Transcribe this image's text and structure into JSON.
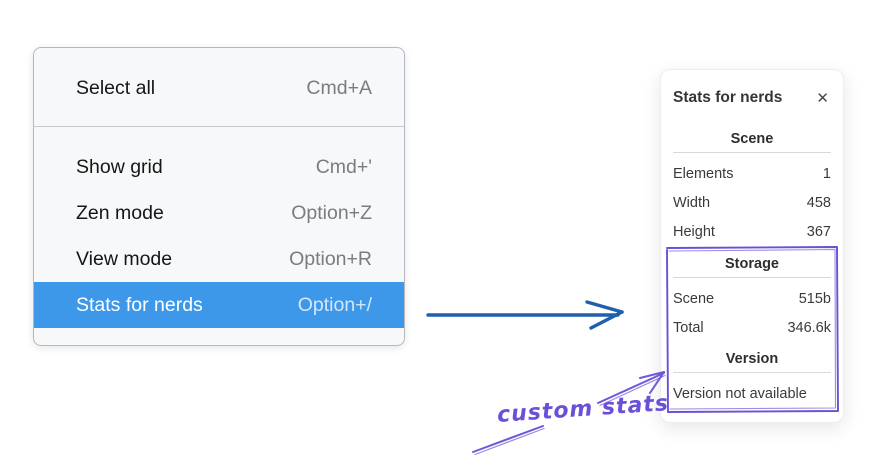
{
  "colors": {
    "menu_highlight": "#3d98ea",
    "flow_arrow": "#1f5fad",
    "annotation": "#6c4fd4"
  },
  "menu": {
    "sections": [
      {
        "items": [
          {
            "label": "Select all",
            "shortcut": "Cmd+A"
          }
        ]
      },
      {
        "items": [
          {
            "label": "Show grid",
            "shortcut": "Cmd+'"
          },
          {
            "label": "Zen mode",
            "shortcut": "Option+Z"
          },
          {
            "label": "View mode",
            "shortcut": "Option+R"
          },
          {
            "label": "Stats for nerds",
            "shortcut": "Option+/",
            "highlighted": true
          }
        ]
      }
    ]
  },
  "panel": {
    "title": "Stats for nerds",
    "close_icon": "✕",
    "sections": [
      {
        "heading": "Scene",
        "rows": [
          [
            "Elements",
            "1"
          ],
          [
            "Width",
            "458"
          ],
          [
            "Height",
            "367"
          ]
        ]
      },
      {
        "heading": "Storage",
        "rows": [
          [
            "Scene",
            "515b"
          ],
          [
            "Total",
            "346.6k"
          ]
        ]
      },
      {
        "heading": "Version",
        "note": "Version not available"
      }
    ]
  },
  "annotation": {
    "label": "custom stats"
  }
}
